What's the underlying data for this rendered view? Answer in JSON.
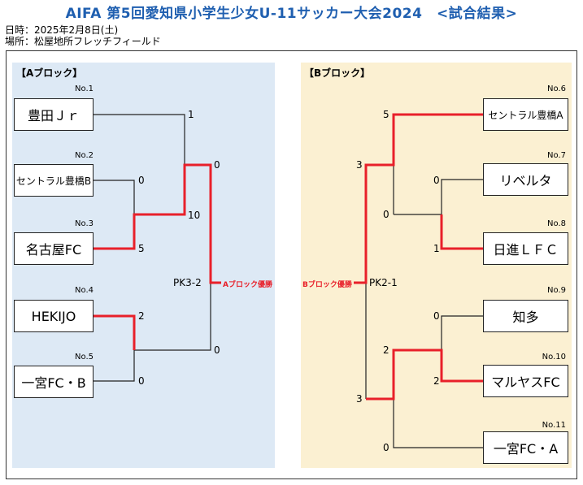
{
  "title": "AIFA 第5回愛知県小学生少女U-11サッカー大会2024　<試合結果>",
  "date_line": "日時：2025年2月8日(土)",
  "venue_line": "場所：松屋地所フレッチフィールド",
  "colors": {
    "win_line": "#e8202a",
    "title": "#1f5fb0",
    "block_a_bg": "#dde9f5",
    "block_b_bg": "#fbf0d2"
  },
  "block_a": {
    "label": "【Aブロック】",
    "teams": [
      {
        "no": "No.1",
        "name": "豊田Ｊｒ"
      },
      {
        "no": "No.2",
        "name": "セントラル豊橋B"
      },
      {
        "no": "No.3",
        "name": "名古屋FC"
      },
      {
        "no": "No.4",
        "name": "HEKIJO"
      },
      {
        "no": "No.5",
        "name": "一宮FC・B"
      }
    ],
    "scores": [
      "1",
      "0",
      "5",
      "0",
      "10",
      "2",
      "0",
      "0"
    ],
    "pk": "PK3-2",
    "winner_label": "Aブロック優勝"
  },
  "block_b": {
    "label": "【Bブロック】",
    "teams": [
      {
        "no": "No.6",
        "name": "セントラル豊橋A"
      },
      {
        "no": "No.7",
        "name": "リベルタ"
      },
      {
        "no": "No.8",
        "name": "日進ＬＦＣ"
      },
      {
        "no": "No.9",
        "name": "知多"
      },
      {
        "no": "No.10",
        "name": "マルヤスFC"
      },
      {
        "no": "No.11",
        "name": "一宮FC・A"
      }
    ],
    "scores": [
      "5",
      "3",
      "0",
      "0",
      "1",
      "0",
      "2",
      "2",
      "3",
      "0"
    ],
    "pk": "PK2-1",
    "winner_label": "Bブロック優勝"
  }
}
